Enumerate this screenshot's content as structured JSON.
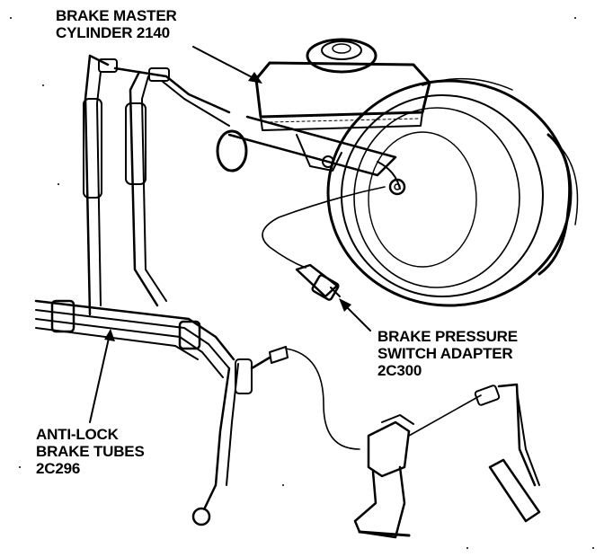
{
  "callouts": {
    "master_cylinder": {
      "line1": "BRAKE MASTER",
      "line2": "CYLINDER 2140"
    },
    "pressure_switch": {
      "line1": "BRAKE PRESSURE",
      "line2": "SWITCH ADAPTER",
      "line3": "2C300"
    },
    "abs_tubes": {
      "line1": "ANTI-LOCK",
      "line2": "BRAKE TUBES",
      "line3": "2C296"
    }
  },
  "colors": {
    "ink": "#000000",
    "paper": "#ffffff"
  }
}
